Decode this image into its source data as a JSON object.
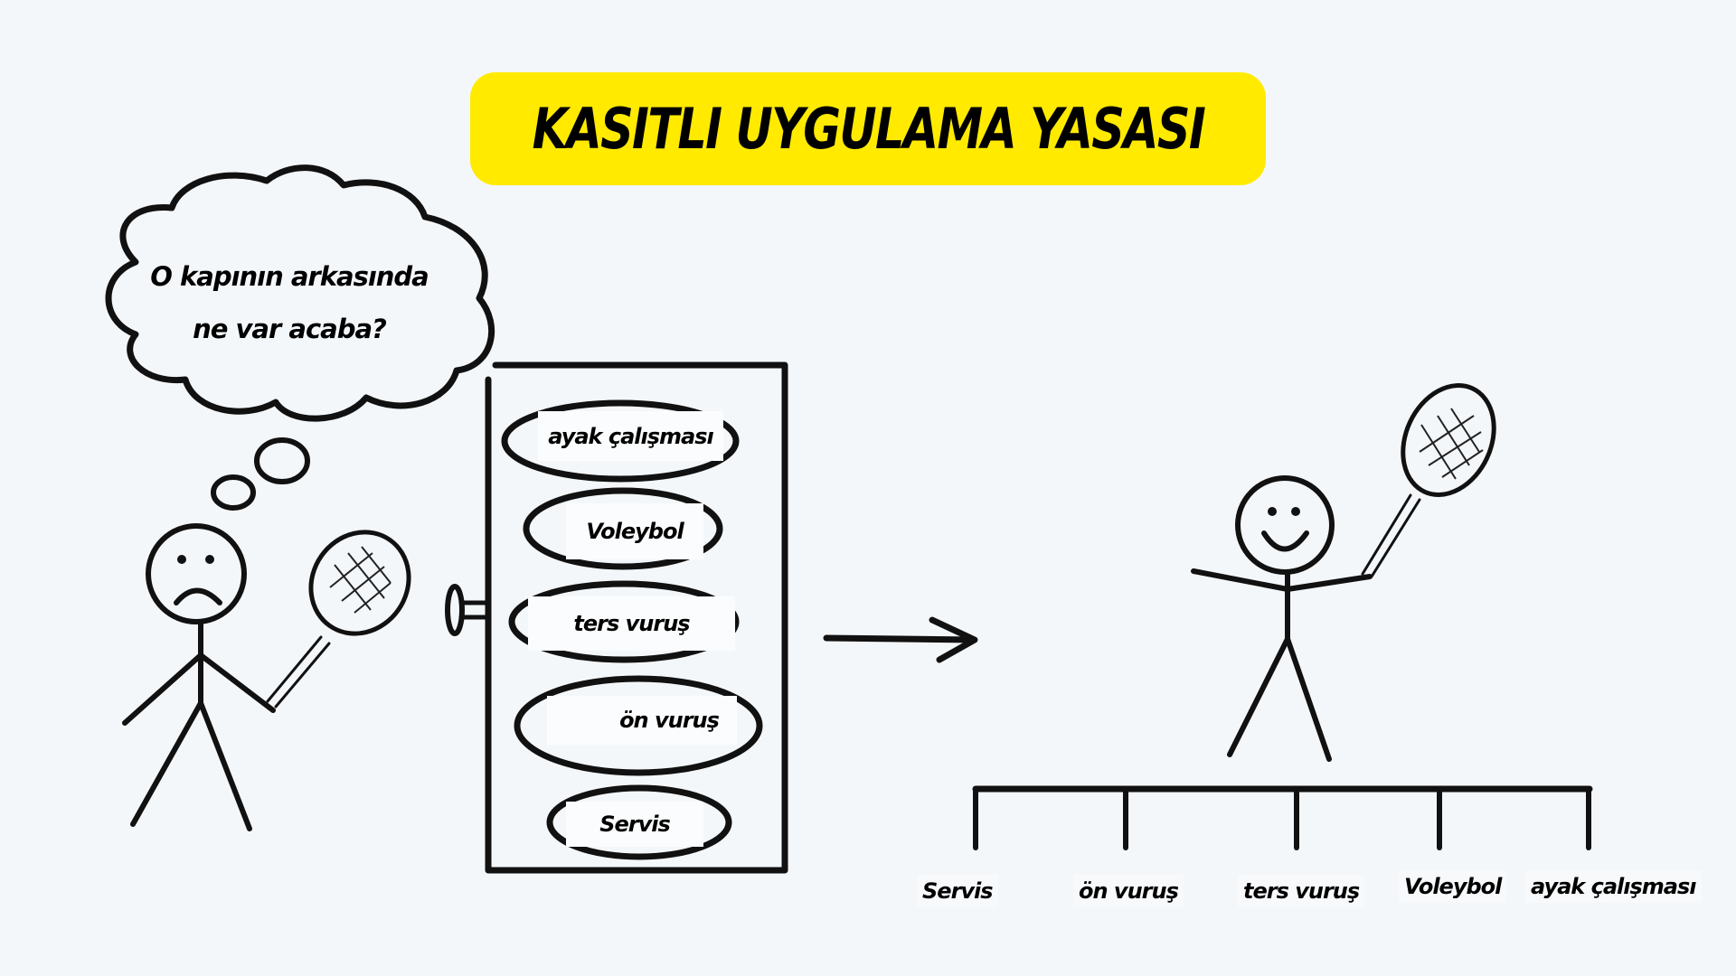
{
  "title": "KASITLI UYGULAMA YASASI",
  "colors": {
    "background": "#f4f7fa",
    "title_highlight": "#ffea00",
    "ink": "#111111"
  },
  "thought_bubble": {
    "line1": "O kapının arkasında",
    "line2": "ne var acaba?"
  },
  "door": {
    "items": [
      {
        "label": "ayak çalışması"
      },
      {
        "label": "Voleybol"
      },
      {
        "label": "ters vuruş"
      },
      {
        "label": "ön vuruş"
      },
      {
        "label": "Servis"
      }
    ]
  },
  "figures": {
    "left": {
      "mood": "sad-face",
      "holding": "tennis-racket"
    },
    "right": {
      "mood": "happy-face",
      "holding": "tennis-racket"
    }
  },
  "arrow": {
    "direction": "right"
  },
  "platform": {
    "labels": [
      {
        "label": "Servis"
      },
      {
        "label": "ön vuruş"
      },
      {
        "label": "ters vuruş"
      },
      {
        "label": "Voleybol"
      },
      {
        "label": "ayak çalışması"
      }
    ]
  }
}
